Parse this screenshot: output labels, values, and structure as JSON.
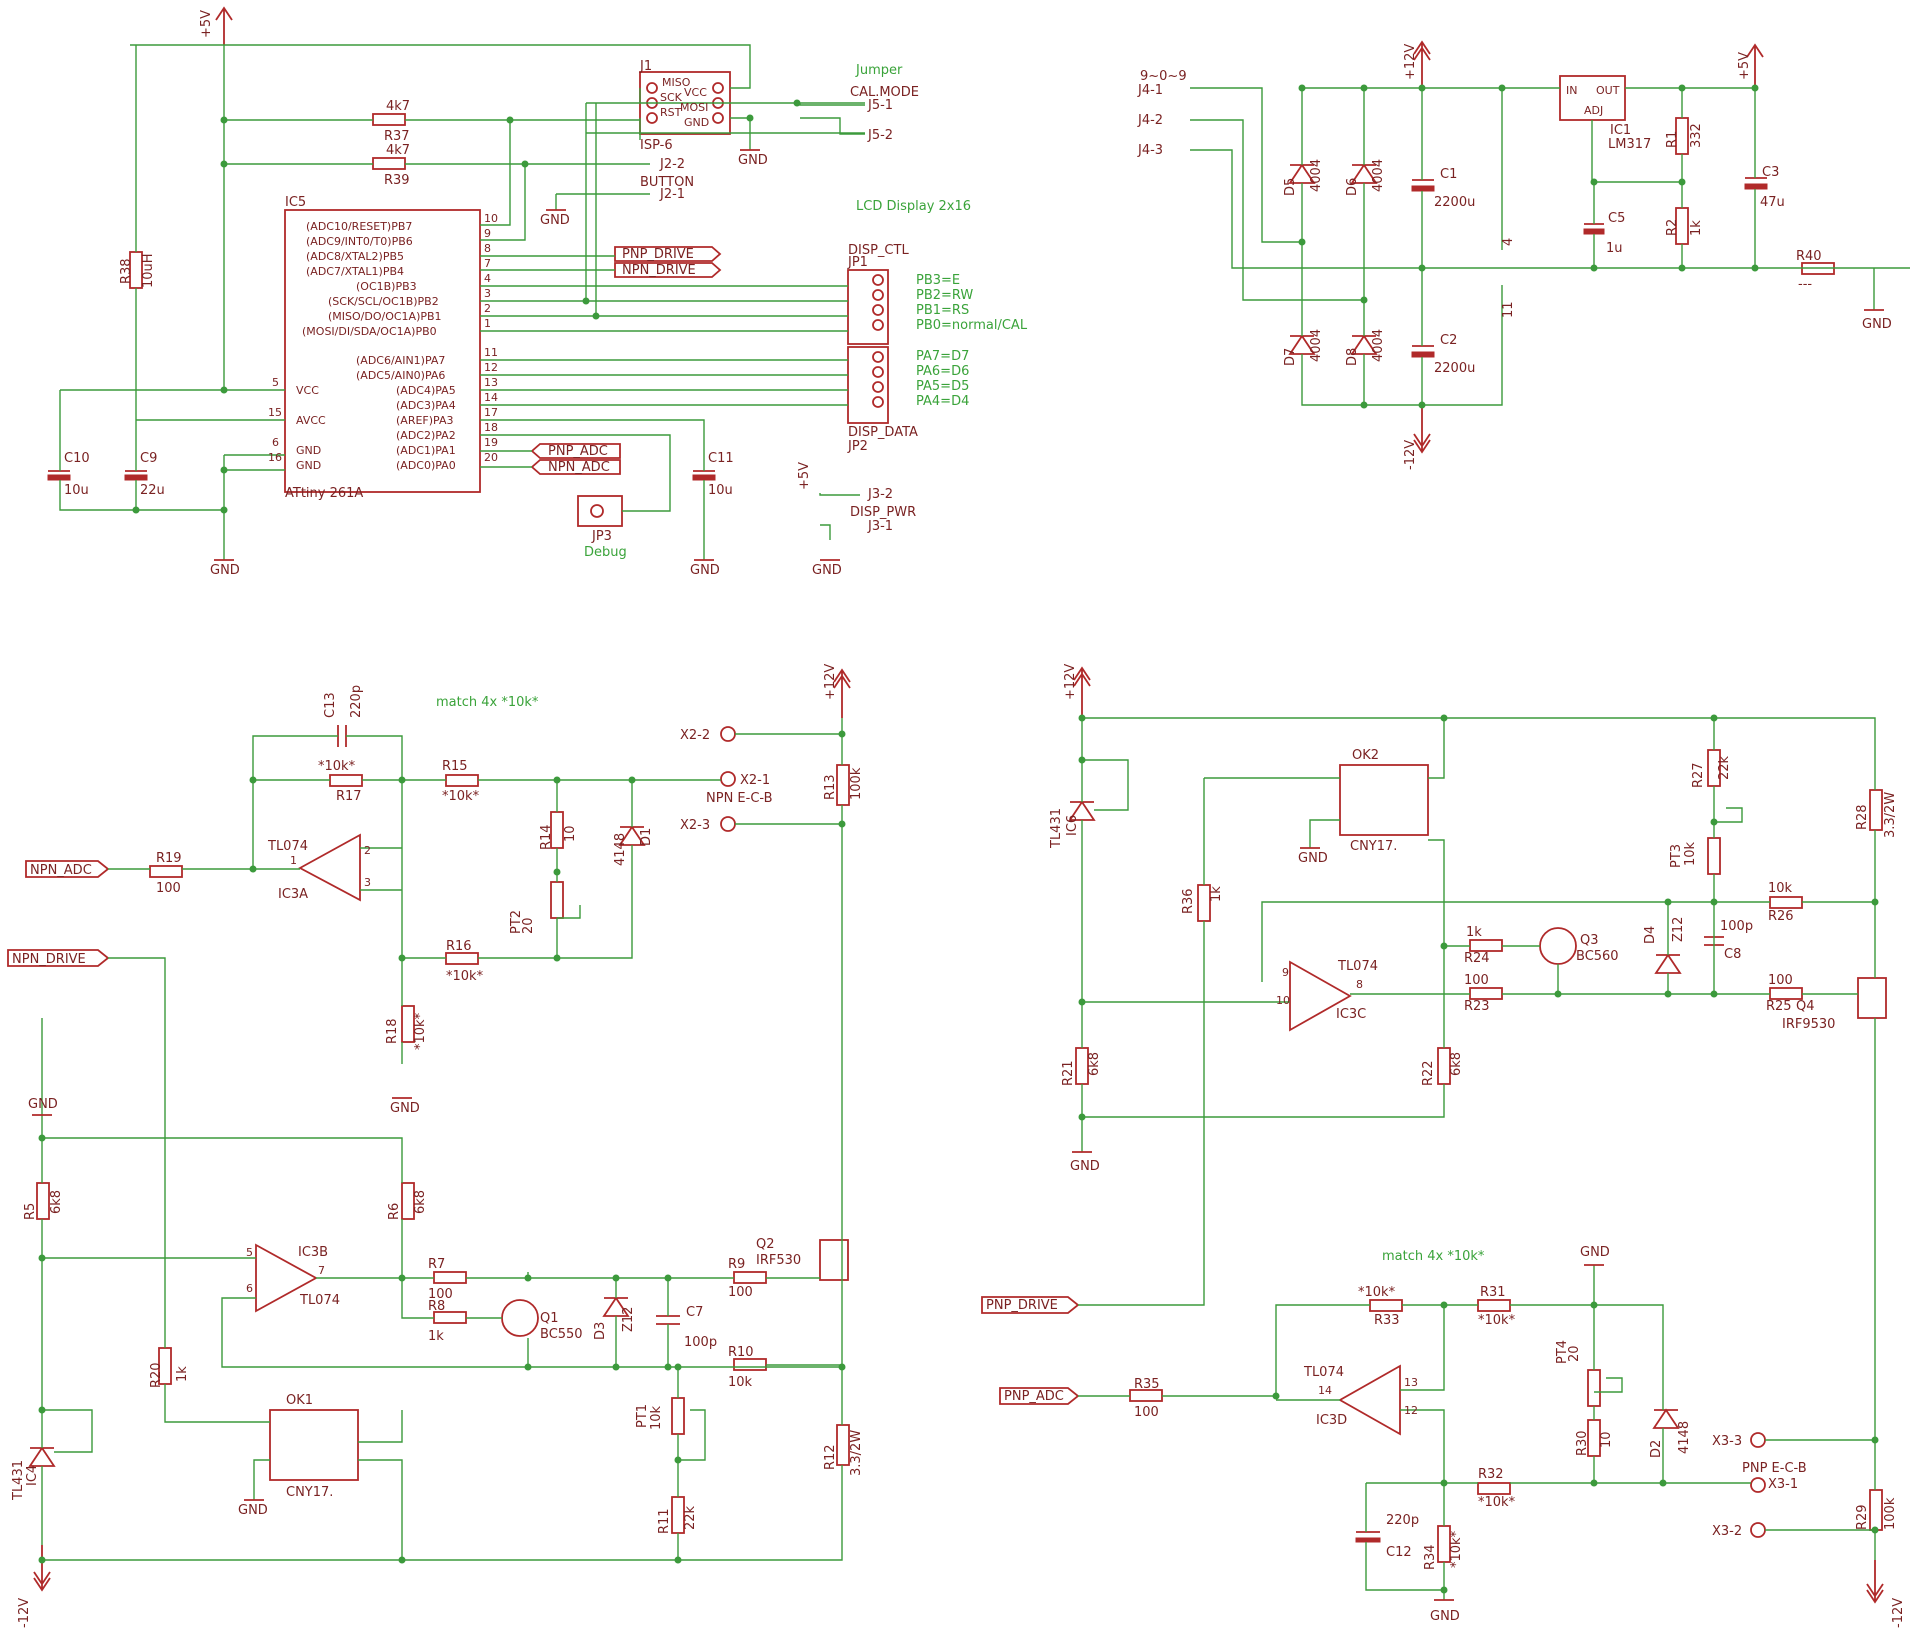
{
  "text_labels": [
    {
      "id": "plus5v-top",
      "text": "+5V"
    },
    {
      "id": "jumper",
      "text": "Jumper"
    },
    {
      "id": "cal-mode",
      "text": "CAL.MODE"
    },
    {
      "id": "j5-1",
      "text": "J5-1"
    },
    {
      "id": "j5-2",
      "text": "J5-2"
    },
    {
      "id": "j1",
      "text": "J1"
    },
    {
      "id": "isp6",
      "text": "ISP-6"
    },
    {
      "id": "miso",
      "text": "MISO"
    },
    {
      "id": "sck",
      "text": "SCK"
    },
    {
      "id": "rst",
      "text": "RST"
    },
    {
      "id": "vcc-j1",
      "text": "VCC"
    },
    {
      "id": "mosi",
      "text": "MOSI"
    },
    {
      "id": "gnd-j1",
      "text": "GND"
    },
    {
      "id": "gnd-j1-sym",
      "text": "GND"
    },
    {
      "id": "r37-val",
      "text": "4k7"
    },
    {
      "id": "r37",
      "text": "R37"
    },
    {
      "id": "r39-val",
      "text": "4k7"
    },
    {
      "id": "r39",
      "text": "R39"
    },
    {
      "id": "j2-2",
      "text": "J2-2"
    },
    {
      "id": "button",
      "text": "BUTTON"
    },
    {
      "id": "j2-1",
      "text": "J2-1"
    },
    {
      "id": "gnd-btn",
      "text": "GND"
    },
    {
      "id": "lcd-display",
      "text": "LCD Display 2x16"
    },
    {
      "id": "disp-ctl",
      "text": "DISP_CTL"
    },
    {
      "id": "jp1",
      "text": "JP1"
    },
    {
      "id": "pb3",
      "text": "PB3=E"
    },
    {
      "id": "pb2",
      "text": "PB2=RW"
    },
    {
      "id": "pb1",
      "text": "PB1=RS"
    },
    {
      "id": "pb0",
      "text": "PB0=normal/CAL"
    },
    {
      "id": "pa7",
      "text": "PA7=D7"
    },
    {
      "id": "pa6",
      "text": "PA6=D6"
    },
    {
      "id": "pa5",
      "text": "PA5=D5"
    },
    {
      "id": "pa4",
      "text": "PA4=D4"
    },
    {
      "id": "disp-data",
      "text": "DISP_DATA"
    },
    {
      "id": "jp2",
      "text": "JP2"
    },
    {
      "id": "ic5",
      "text": "IC5"
    },
    {
      "id": "attiny",
      "text": "ATtiny 261A"
    },
    {
      "id": "pin-pb7",
      "text": "(ADC10/RESET)PB7"
    },
    {
      "id": "pin-pb6",
      "text": "(ADC9/INT0/T0)PB6"
    },
    {
      "id": "pin-pb5",
      "text": "(ADC8/XTAL2)PB5"
    },
    {
      "id": "pin-pb4",
      "text": "(ADC7/XTAL1)PB4"
    },
    {
      "id": "pin-pb3",
      "text": "(OC1B)PB3"
    },
    {
      "id": "pin-pb2",
      "text": "(SCK/SCL/OC1B)PB2"
    },
    {
      "id": "pin-pb1",
      "text": "(MISO/DO/OC1A)PB1"
    },
    {
      "id": "pin-pb0",
      "text": "(MOSI/DI/SDA/OC1A)PB0"
    },
    {
      "id": "pin-pa7",
      "text": "(ADC6/AIN1)PA7"
    },
    {
      "id": "pin-pa6",
      "text": "(ADC5/AIN0)PA6"
    },
    {
      "id": "pin-pa5",
      "text": "(ADC4)PA5"
    },
    {
      "id": "pin-pa4",
      "text": "(ADC3)PA4"
    },
    {
      "id": "pin-pa3",
      "text": "(AREF)PA3"
    },
    {
      "id": "pin-pa2",
      "text": "(ADC2)PA2"
    },
    {
      "id": "pin-pa1",
      "text": "(ADC1)PA1"
    },
    {
      "id": "pin-pa0",
      "text": "(ADC0)PA0"
    },
    {
      "id": "pin-vcc",
      "text": "VCC"
    },
    {
      "id": "pin-avcc",
      "text": "AVCC"
    },
    {
      "id": "pin-gnd1",
      "text": "GND"
    },
    {
      "id": "pin-gnd2",
      "text": "GND"
    },
    {
      "id": "n10",
      "text": "10"
    },
    {
      "id": "n9",
      "text": "9"
    },
    {
      "id": "n8",
      "text": "8"
    },
    {
      "id": "n7",
      "text": "7"
    },
    {
      "id": "n4",
      "text": "4"
    },
    {
      "id": "n3",
      "text": "3"
    },
    {
      "id": "n2",
      "text": "2"
    },
    {
      "id": "n1",
      "text": "1"
    },
    {
      "id": "n11",
      "text": "11"
    },
    {
      "id": "n12",
      "text": "12"
    },
    {
      "id": "n13",
      "text": "13"
    },
    {
      "id": "n14",
      "text": "14"
    },
    {
      "id": "n17",
      "text": "17"
    },
    {
      "id": "n18",
      "text": "18"
    },
    {
      "id": "n19",
      "text": "19"
    },
    {
      "id": "n20",
      "text": "20"
    },
    {
      "id": "n5",
      "text": "5"
    },
    {
      "id": "n15",
      "text": "15"
    },
    {
      "id": "n6",
      "text": "6"
    },
    {
      "id": "n16",
      "text": "16"
    },
    {
      "id": "pnp-drive-tag",
      "text": "PNP_DRIVE"
    },
    {
      "id": "npn-drive-tag",
      "text": "NPN_DRIVE"
    },
    {
      "id": "pnp-adc-tag",
      "text": "PNP_ADC"
    },
    {
      "id": "npn-adc-tag",
      "text": "NPN_ADC"
    },
    {
      "id": "r38",
      "text": "R38"
    },
    {
      "id": "r38-val",
      "text": "10uH"
    },
    {
      "id": "c10",
      "text": "C10"
    },
    {
      "id": "c10-val",
      "text": "10u"
    },
    {
      "id": "c9",
      "text": "C9"
    },
    {
      "id": "c9-val",
      "text": "22u"
    },
    {
      "id": "c11",
      "text": "C11"
    },
    {
      "id": "c11-val",
      "text": "10u"
    },
    {
      "id": "gnd-mcu",
      "text": "GND"
    },
    {
      "id": "gnd-c11",
      "text": "GND"
    },
    {
      "id": "jp3",
      "text": "JP3"
    },
    {
      "id": "debug",
      "text": "Debug"
    },
    {
      "id": "plus5v-disp",
      "text": "+5V"
    },
    {
      "id": "j3-2",
      "text": "J3-2"
    },
    {
      "id": "disp-pwr",
      "text": "DISP_PWR"
    },
    {
      "id": "j3-1",
      "text": "J3-1"
    },
    {
      "id": "gnd-disp",
      "text": "GND"
    },
    {
      "id": "j4-header",
      "text": "9~0~9"
    },
    {
      "id": "j4-1",
      "text": "J4-1"
    },
    {
      "id": "j4-2",
      "text": "J4-2"
    },
    {
      "id": "j4-3",
      "text": "J4-3"
    },
    {
      "id": "plus12v-ps",
      "text": "+12V"
    },
    {
      "id": "minus12v-ps",
      "text": "-12V"
    },
    {
      "id": "d5",
      "text": "D5"
    },
    {
      "id": "d5-val",
      "text": "4004"
    },
    {
      "id": "d6",
      "text": "D6"
    },
    {
      "id": "d6-val",
      "text": "4004"
    },
    {
      "id": "d7",
      "text": "D7"
    },
    {
      "id": "d7-val",
      "text": "4004"
    },
    {
      "id": "d8",
      "text": "D8"
    },
    {
      "id": "d8-val",
      "text": "4004"
    },
    {
      "id": "c1",
      "text": "C1"
    },
    {
      "id": "c1-val",
      "text": "2200u"
    },
    {
      "id": "c2",
      "text": "C2"
    },
    {
      "id": "c2-val",
      "text": "2200u"
    },
    {
      "id": "n4ps",
      "text": "4"
    },
    {
      "id": "n11ps",
      "text": "11"
    },
    {
      "id": "ic1-in",
      "text": "IN"
    },
    {
      "id": "ic1-out",
      "text": "OUT"
    },
    {
      "id": "ic1-adj",
      "text": "ADJ"
    },
    {
      "id": "ic1",
      "text": "IC1"
    },
    {
      "id": "lm317",
      "text": "LM317"
    },
    {
      "id": "plus5v-ps",
      "text": "+5V"
    },
    {
      "id": "c5",
      "text": "C5"
    },
    {
      "id": "c5-val",
      "text": "1u"
    },
    {
      "id": "r1",
      "text": "R1"
    },
    {
      "id": "r1-val",
      "text": "332"
    },
    {
      "id": "r2",
      "text": "R2"
    },
    {
      "id": "r2-val",
      "text": "1k"
    },
    {
      "id": "c3",
      "text": "C3"
    },
    {
      "id": "c3-val",
      "text": "47u"
    },
    {
      "id": "r40",
      "text": "R40"
    },
    {
      "id": "r40-val",
      "text": "---"
    },
    {
      "id": "gnd-ps",
      "text": "GND"
    },
    {
      "id": "c13",
      "text": "C13"
    },
    {
      "id": "c13-val",
      "text": "220p"
    },
    {
      "id": "match-npn",
      "text": "match 4x *10k*"
    },
    {
      "id": "r17-val",
      "text": "*10k*"
    },
    {
      "id": "r17",
      "text": "R17"
    },
    {
      "id": "r15",
      "text": "R15"
    },
    {
      "id": "r15-val",
      "text": "*10k*"
    },
    {
      "id": "x2-2",
      "text": "X2-2"
    },
    {
      "id": "x2-1",
      "text": "X2-1"
    },
    {
      "id": "npn-ecb",
      "text": "NPN E-C-B"
    },
    {
      "id": "x2-3",
      "text": "X2-3"
    },
    {
      "id": "plus12v-npn",
      "text": "+12V"
    },
    {
      "id": "r13",
      "text": "R13"
    },
    {
      "id": "r13-val",
      "text": "100k"
    },
    {
      "id": "r14",
      "text": "R14"
    },
    {
      "id": "r14-val",
      "text": "10"
    },
    {
      "id": "d1",
      "text": "D1"
    },
    {
      "id": "d1-val",
      "text": "4148"
    },
    {
      "id": "npn-adc-in",
      "text": "NPN_ADC"
    },
    {
      "id": "r19",
      "text": "R19"
    },
    {
      "id": "r19-val",
      "text": "100"
    },
    {
      "id": "tl074-a",
      "text": "TL074"
    },
    {
      "id": "ic3a",
      "text": "IC3A"
    },
    {
      "id": "ic3a-1",
      "text": "1"
    },
    {
      "id": "ic3a-2",
      "text": "2"
    },
    {
      "id": "ic3a-3",
      "text": "3"
    },
    {
      "id": "pt2",
      "text": "PT2"
    },
    {
      "id": "pt2-val",
      "text": "20"
    },
    {
      "id": "r16",
      "text": "R16"
    },
    {
      "id": "r16-val",
      "text": "*10k*"
    },
    {
      "id": "npn-drive-in",
      "text": "NPN_DRIVE"
    },
    {
      "id": "r18",
      "text": "R18"
    },
    {
      "id": "r18-val",
      "text": "*10k*"
    },
    {
      "id": "gnd-npn-a",
      "text": "GND"
    },
    {
      "id": "gnd-npn-b",
      "text": "GND"
    },
    {
      "id": "r5",
      "text": "R5"
    },
    {
      "id": "r5-val",
      "text": "6k8"
    },
    {
      "id": "r6",
      "text": "R6"
    },
    {
      "id": "r6-val",
      "text": "6k8"
    },
    {
      "id": "ic3b",
      "text": "IC3B"
    },
    {
      "id": "tl074-b",
      "text": "TL074"
    },
    {
      "id": "ic3b-5",
      "text": "5"
    },
    {
      "id": "ic3b-6",
      "text": "6"
    },
    {
      "id": "ic3b-7",
      "text": "7"
    },
    {
      "id": "r7",
      "text": "R7"
    },
    {
      "id": "r7-val",
      "text": "100"
    },
    {
      "id": "r8",
      "text": "R8"
    },
    {
      "id": "r8-val",
      "text": "1k"
    },
    {
      "id": "q1",
      "text": "Q1"
    },
    {
      "id": "q1-val",
      "text": "BC550"
    },
    {
      "id": "d3",
      "text": "D3"
    },
    {
      "id": "d3-val",
      "text": "Z12"
    },
    {
      "id": "c7",
      "text": "C7"
    },
    {
      "id": "c7-val",
      "text": "100p"
    },
    {
      "id": "r9",
      "text": "R9"
    },
    {
      "id": "r9-val",
      "text": "100"
    },
    {
      "id": "q2",
      "text": "Q2"
    },
    {
      "id": "q2-val",
      "text": "IRF530"
    },
    {
      "id": "r10",
      "text": "R10"
    },
    {
      "id": "r10-val",
      "text": "10k"
    },
    {
      "id": "r20",
      "text": "R20"
    },
    {
      "id": "r20-val",
      "text": "1k"
    },
    {
      "id": "pt1",
      "text": "PT1"
    },
    {
      "id": "pt1-val",
      "text": "10k"
    },
    {
      "id": "r11",
      "text": "R11"
    },
    {
      "id": "r11-val",
      "text": "22k"
    },
    {
      "id": "r12",
      "text": "R12"
    },
    {
      "id": "r12-val",
      "text": "3.3/2W"
    },
    {
      "id": "tl431-4",
      "text": "TL431"
    },
    {
      "id": "ic4",
      "text": "IC4"
    },
    {
      "id": "ok1",
      "text": "OK1"
    },
    {
      "id": "cny17-1",
      "text": "CNY17."
    },
    {
      "id": "gnd-ok1",
      "text": "GND"
    },
    {
      "id": "minus12v-npn",
      "text": "-12V"
    },
    {
      "id": "plus12v-pnp",
      "text": "+12V"
    },
    {
      "id": "tl431-6",
      "text": "TL431"
    },
    {
      "id": "ic6",
      "text": "IC6"
    },
    {
      "id": "ok2",
      "text": "OK2"
    },
    {
      "id": "cny17-2",
      "text": "CNY17."
    },
    {
      "id": "gnd-ok2",
      "text": "GND"
    },
    {
      "id": "r27",
      "text": "R27"
    },
    {
      "id": "r27-val",
      "text": "22k"
    },
    {
      "id": "r28",
      "text": "R28"
    },
    {
      "id": "r28-val",
      "text": "3.3/2W"
    },
    {
      "id": "pt3",
      "text": "PT3"
    },
    {
      "id": "pt3-val",
      "text": "10k"
    },
    {
      "id": "r36",
      "text": "R36"
    },
    {
      "id": "r36-val",
      "text": "1k"
    },
    {
      "id": "r26-val",
      "text": "10k"
    },
    {
      "id": "r26",
      "text": "R26"
    },
    {
      "id": "d4",
      "text": "D4"
    },
    {
      "id": "d4-val",
      "text": "Z12"
    },
    {
      "id": "c8",
      "text": "C8"
    },
    {
      "id": "c8-val",
      "text": "100p"
    },
    {
      "id": "r24-val",
      "text": "1k"
    },
    {
      "id": "r24",
      "text": "R24"
    },
    {
      "id": "q3",
      "text": "Q3"
    },
    {
      "id": "q3-val",
      "text": "BC560"
    },
    {
      "id": "tl074-c",
      "text": "TL074"
    },
    {
      "id": "ic3c",
      "text": "IC3C"
    },
    {
      "id": "ic3c-9",
      "text": "9"
    },
    {
      "id": "ic3c-10",
      "text": "10"
    },
    {
      "id": "ic3c-8",
      "text": "8"
    },
    {
      "id": "r23-val",
      "text": "100"
    },
    {
      "id": "r23",
      "text": "R23"
    },
    {
      "id": "r25-val",
      "text": "100"
    },
    {
      "id": "r25",
      "text": "R25"
    },
    {
      "id": "q4",
      "text": "Q4"
    },
    {
      "id": "q4-val",
      "text": "IRF9530"
    },
    {
      "id": "r21",
      "text": "R21"
    },
    {
      "id": "r21-val",
      "text": "6k8"
    },
    {
      "id": "r22",
      "text": "R22"
    },
    {
      "id": "r22-val",
      "text": "6k8"
    },
    {
      "id": "gnd-pnp-a",
      "text": "GND"
    },
    {
      "id": "match-pnp",
      "text": "match 4x *10k*"
    },
    {
      "id": "gnd-pnp-b",
      "text": "GND"
    },
    {
      "id": "pnp-drive-in",
      "text": "PNP_DRIVE"
    },
    {
      "id": "r33-val",
      "text": "*10k*"
    },
    {
      "id": "r33",
      "text": "R33"
    },
    {
      "id": "r31",
      "text": "R31"
    },
    {
      "id": "r31-val",
      "text": "*10k*"
    },
    {
      "id": "pt4",
      "text": "PT4"
    },
    {
      "id": "pt4-val",
      "text": "20"
    },
    {
      "id": "pnp-adc-in",
      "text": "PNP_ADC"
    },
    {
      "id": "r35",
      "text": "R35"
    },
    {
      "id": "r35-val",
      "text": "100"
    },
    {
      "id": "tl074-d",
      "text": "TL074"
    },
    {
      "id": "ic3d",
      "text": "IC3D"
    },
    {
      "id": "ic3d-14",
      "text": "14"
    },
    {
      "id": "ic3d-13",
      "text": "13"
    },
    {
      "id": "ic3d-12",
      "text": "12"
    },
    {
      "id": "r30",
      "text": "R30"
    },
    {
      "id": "r30-val",
      "text": "10"
    },
    {
      "id": "d2",
      "text": "D2"
    },
    {
      "id": "d2-val",
      "text": "4148"
    },
    {
      "id": "x3-3",
      "text": "X3-3"
    },
    {
      "id": "pnp-ecb",
      "text": "PNP E-C-B"
    },
    {
      "id": "x3-1",
      "text": "X3-1"
    },
    {
      "id": "x3-2",
      "text": "X3-2"
    },
    {
      "id": "r29",
      "text": "R29"
    },
    {
      "id": "r29-val",
      "text": "100k"
    },
    {
      "id": "r32",
      "text": "R32"
    },
    {
      "id": "r32-val",
      "text": "*10k*"
    },
    {
      "id": "c12-val",
      "text": "220p"
    },
    {
      "id": "c12",
      "text": "C12"
    },
    {
      "id": "r34",
      "text": "R34"
    },
    {
      "id": "r34-val",
      "text": "*10k*"
    },
    {
      "id": "gnd-pnp-c",
      "text": "GND"
    },
    {
      "id": "minus12v-pnp",
      "text": "-12V"
    }
  ],
  "colors": {
    "wire": "#3c9a3c",
    "part": "#b02a2a",
    "part_text": "#7a2222",
    "note_text": "#3aa33a",
    "background": "#ffffff"
  }
}
